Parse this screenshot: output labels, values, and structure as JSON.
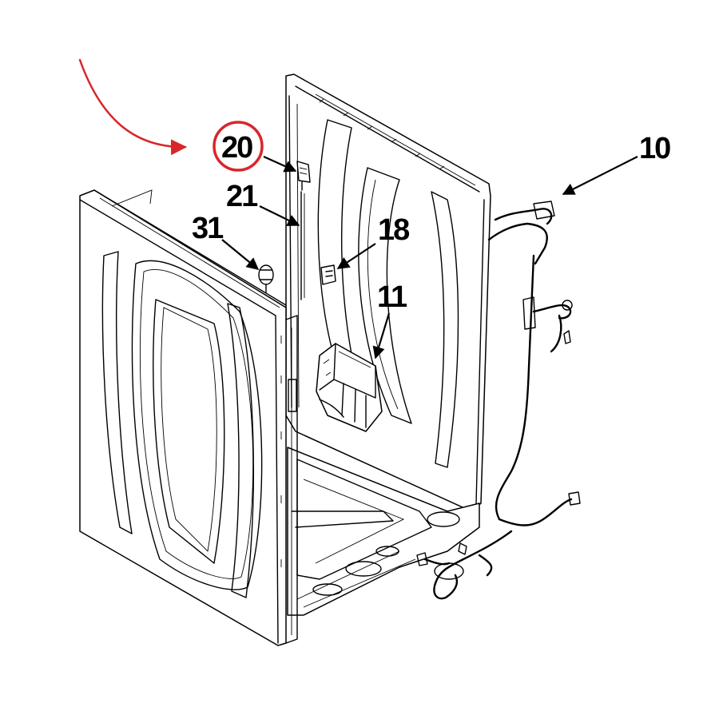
{
  "diagram": {
    "callouts": [
      {
        "id": "c10",
        "label": "10"
      },
      {
        "id": "c11",
        "label": "11"
      },
      {
        "id": "c18",
        "label": "18"
      },
      {
        "id": "c20",
        "label": "20",
        "highlighted": true
      },
      {
        "id": "c21",
        "label": "21"
      },
      {
        "id": "c31",
        "label": "31"
      }
    ],
    "colors": {
      "line": "#000000",
      "background": "#ffffff",
      "highlight": "#d9262a"
    }
  }
}
